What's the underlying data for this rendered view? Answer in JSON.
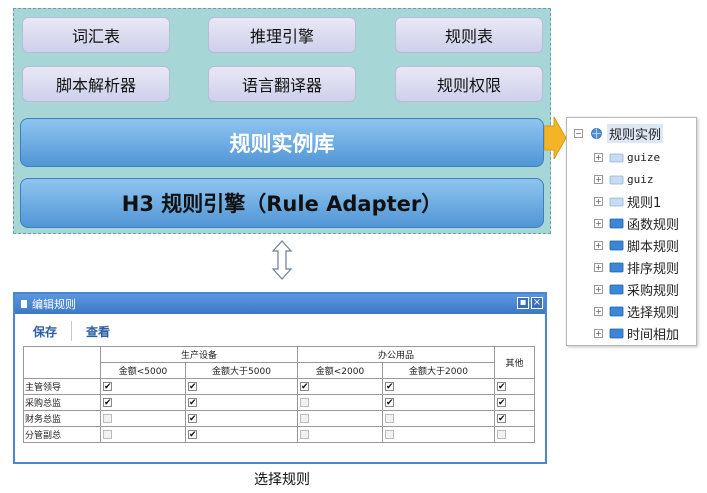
{
  "modules": {
    "r1": [
      "词汇表",
      "推理引擎",
      "规则表"
    ],
    "r2": [
      "脚本解析器",
      "语言翻译器",
      "规则权限"
    ]
  },
  "repository": "规则实例库",
  "engine": "H3 规则引擎（Rule Adapter）",
  "tree": {
    "root": "规则实例",
    "children": [
      "guize",
      "guiz",
      "规则1",
      "函数规则",
      "脚本规则",
      "排序规则",
      "采购规则",
      "选择规则",
      "时间相加"
    ]
  },
  "window": {
    "title": "编辑规则",
    "toolbar": {
      "save": "保存",
      "view": "查看"
    },
    "groups": [
      "生产设备",
      "办公用品"
    ],
    "subheaders": [
      "金额<5000",
      "金额大于5000",
      "金额<2000",
      "金额大于2000"
    ],
    "other": "其他",
    "rows": [
      {
        "label": "主管领导",
        "checks": [
          1,
          1,
          1,
          1,
          1
        ]
      },
      {
        "label": "采购总监",
        "checks": [
          1,
          1,
          0,
          1,
          1
        ]
      },
      {
        "label": "财务总监",
        "checks": [
          0,
          1,
          0,
          0,
          1
        ]
      },
      {
        "label": "分管副总",
        "checks": [
          0,
          1,
          0,
          0,
          0
        ]
      }
    ]
  },
  "caption": "选择规则",
  "colors": {
    "panel": "#a6d7d6",
    "module": "#d6d7ee",
    "bar": "#6aaae3",
    "arrow": "#f3b428",
    "window_border": "#4a86d2"
  }
}
